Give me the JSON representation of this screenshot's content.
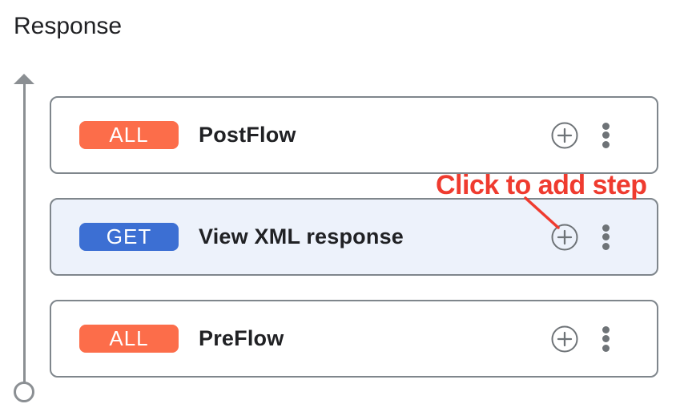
{
  "panel": {
    "title": "Response"
  },
  "flow": {
    "direction": "up",
    "cards": [
      {
        "method": "ALL",
        "name": "PostFlow",
        "badge_color": "#fc6d4a",
        "state": "default"
      },
      {
        "method": "GET",
        "name": "View XML response",
        "badge_color": "#3c6fd3",
        "state": "highlighted"
      },
      {
        "method": "ALL",
        "name": "PreFlow",
        "badge_color": "#fc6d4a",
        "state": "default"
      }
    ]
  },
  "annotation": {
    "label": "Click to add step",
    "color": "#ef3b2f",
    "points_to": "add-step-button of highlighted card"
  },
  "icons": {
    "add_step": "plus-circle-icon",
    "more_options": "kebab-menu-icon",
    "rail_direction": "arrow-up-icon",
    "rail_start": "circle-outline-icon"
  },
  "colors": {
    "card_border": "#7f868c",
    "active_card_bg": "#edf2fb",
    "icon_gray": "#6e7377",
    "rail_gray": "#8b8f93",
    "badge_all": "#fc6d4a",
    "badge_get": "#3c6fd3",
    "annotation_red": "#ef3b2f",
    "text_dark": "#202124"
  }
}
